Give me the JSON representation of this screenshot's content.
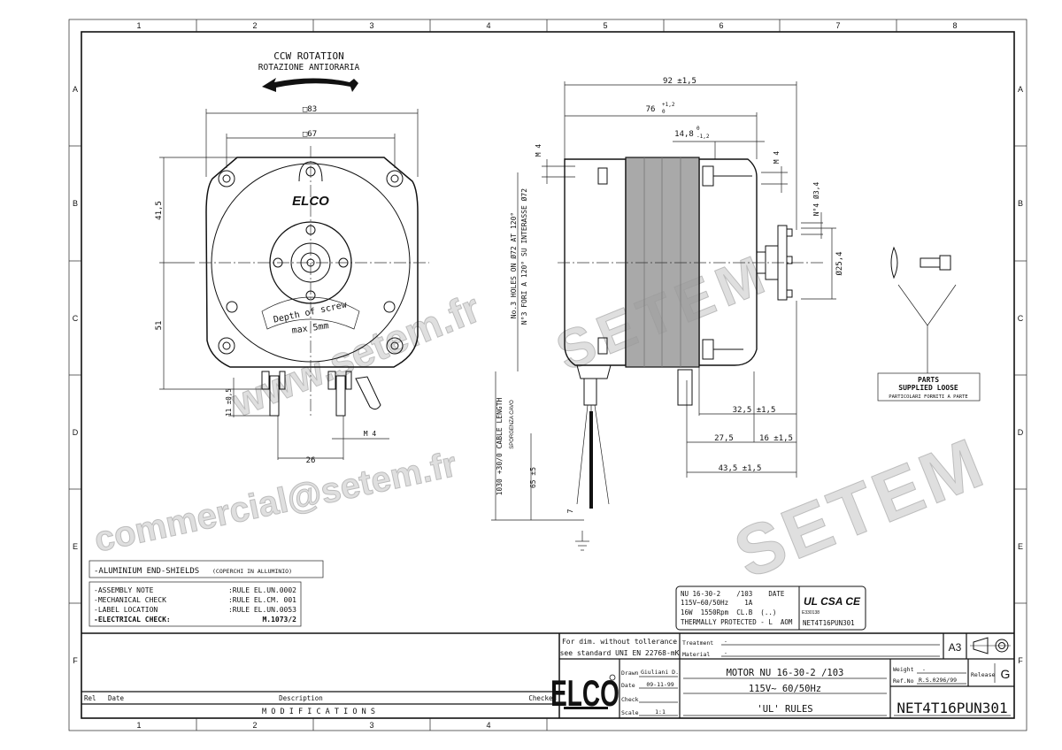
{
  "frame": {
    "columns": [
      "1",
      "2",
      "3",
      "4",
      "5",
      "6",
      "7",
      "8"
    ],
    "rows": [
      "A",
      "B",
      "C",
      "D",
      "E",
      "F"
    ]
  },
  "front_view": {
    "rotation_title": "CCW ROTATION",
    "rotation_subtitle": "ROTAZIONE ANTIORARIA",
    "dim_83": "□83",
    "dim_67": "□67",
    "dim_41_5": "41,5",
    "dim_51": "51",
    "dim_11": "11 ±0,5",
    "dim_m4": "M 4",
    "dim_26": "26",
    "logo": "ELCO",
    "screw_note_1": "Depth of screw",
    "screw_note_2": "max 5mm"
  },
  "side_view": {
    "dim_92": "92 ±1,5",
    "dim_76": "76",
    "dim_76_tol_upper": "+1,2",
    "dim_76_tol_lower": "0",
    "dim_14_8": "14,8",
    "dim_14_8_tol_upper": "0",
    "dim_14_8_tol_lower": "-1,2",
    "dim_m4_left": "M 4",
    "dim_m4_right": "M 4",
    "holes_note_en": "No.3 HOLES ON Ø72 AT 120°",
    "holes_note_it": "N°3 FORI A 120° SU INTERASSE Ø72",
    "dim_holes_flange": "N°4 Ø3,4",
    "dim_25_4": "Ø25,4",
    "cable_length": "1030 +30/0 CABLE LENGTH",
    "cable_length_it": "SPORGENZA CAVO",
    "dim_65": "65 ±5",
    "dim_7": "7",
    "dim_32_5": "32,5 ±1,5",
    "dim_27_5": "27,5",
    "dim_16": "16 ±1,5",
    "dim_43_5": "43,5 ±1,5"
  },
  "parts_loose": {
    "title_1": "PARTS",
    "title_2": "SUPPLIED LOOSE",
    "subtitle": "PARTICOLARI FORNITI A PARTE"
  },
  "notes": {
    "end_shields": "-ALUMINIUM END-SHIELDS",
    "end_shields_it": "(COPERCHI IN ALLUMINIO)",
    "rules": [
      {
        "label": "-ASSEMBLY NOTE",
        "value": ":RULE  EL.UN.0002"
      },
      {
        "label": "-MECHANICAL CHECK",
        "value": ":RULE  EL.CM. 001"
      },
      {
        "label": "-LABEL LOCATION",
        "value": ":RULE  EL.UN.0053"
      },
      {
        "label": "-ELECTRICAL CHECK:",
        "value": "M.1073/2"
      }
    ]
  },
  "label_plate": {
    "lines": [
      "NU 16-30-2    /103    DATE",
      "115V~60/50Hz    1A",
      "16W  1550Rpm  CL.B  (..)",
      "THERMALLY PROTECTED - L  AOM"
    ],
    "cert_number": "E330138",
    "code": "NET4T16PUN301",
    "cert_marks": "UL CSA CE"
  },
  "modifications": {
    "rel": "Rel",
    "date": "Date",
    "description": "Description",
    "checked": "Checked",
    "title": "M O D I F I C A T I O N S"
  },
  "title_block": {
    "tolerance_1": "For dim. without tollerance",
    "tolerance_2": "see standard UNI EN 22768-mK",
    "treatment_label": "Treatment",
    "treatment_value": "-",
    "material_label": "Material",
    "material_value": "-",
    "sheet_size": "A3",
    "logo": "ELCO",
    "drawn_label": "Drawn",
    "drawn_value": "Giuliani D.",
    "date_label": "Date",
    "date_value": "09-11-99",
    "check_label": "Check",
    "check_value": "",
    "scale_label": "Scale",
    "scale_value": "1:1",
    "title_1": "MOTOR NU 16-30-2 /103",
    "title_2": "115V~  60/50Hz",
    "title_3": "'UL' RULES",
    "weight_label": "Weight",
    "weight_value": "-",
    "ref_label": "Ref.No",
    "ref_value": "R.S.0296/99",
    "release_label": "Release",
    "release_value": "G",
    "drawing_number": "NET4T16PUN301"
  },
  "watermark": {
    "line_1": "www.setem.fr",
    "line_2": "SETEM",
    "line_3": "SETEM",
    "line_4": "commercial@setem.fr"
  }
}
